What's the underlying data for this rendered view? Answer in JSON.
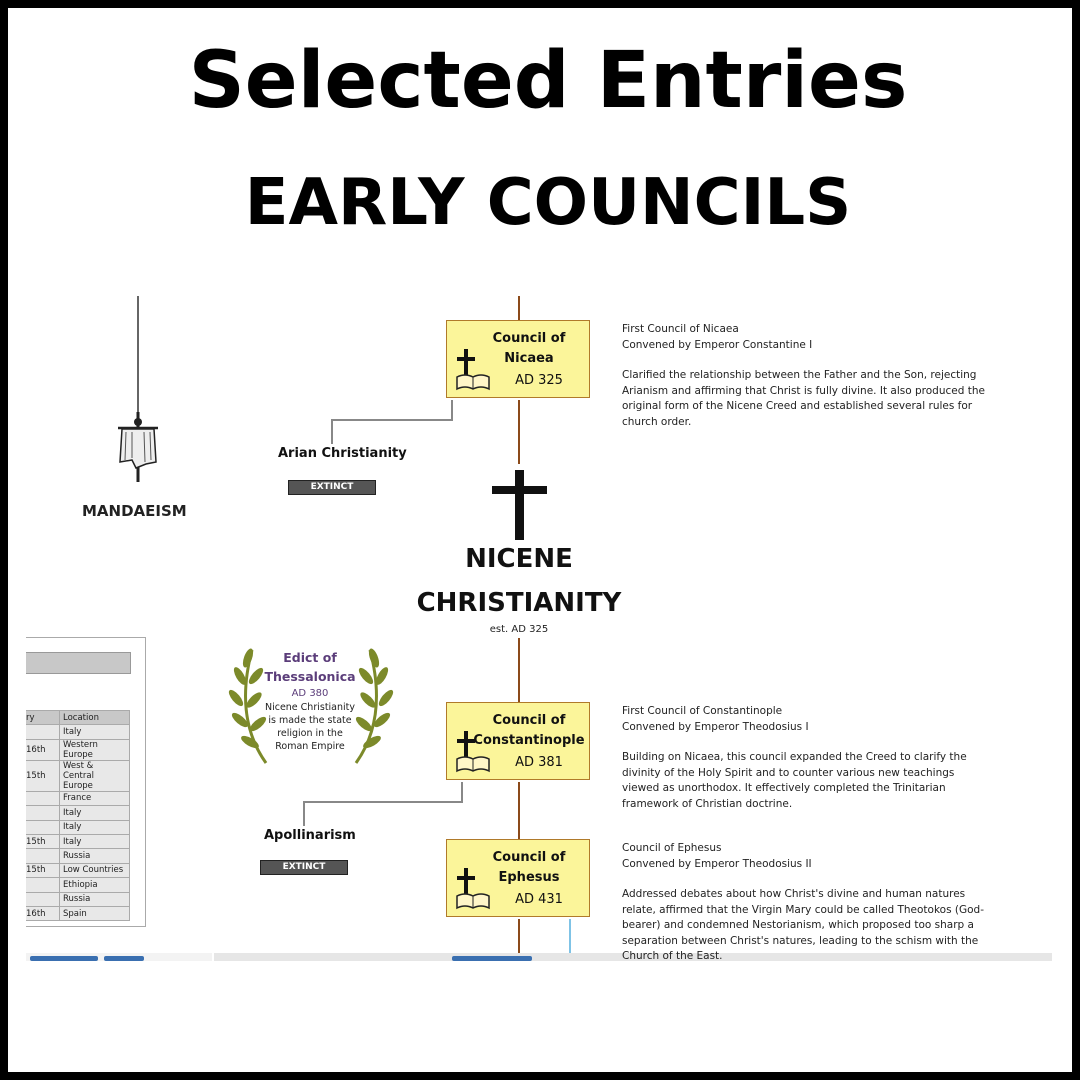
{
  "header": {
    "title": "Selected Entries",
    "subtitle": "EARLY COUNCILS"
  },
  "colors": {
    "timeline": "#8b4a1a",
    "council_fill": "#fbf59a",
    "council_border": "#b07a2a",
    "extinct_fill": "#555555",
    "branch_line": "#888888",
    "edict_title": "#5b3d7a",
    "laurel": "#7c8a2a",
    "link_blue": "#7fc3e6"
  },
  "left": {
    "mandaeism_label": "MANDAEISM"
  },
  "nicene": {
    "label_line1": "NICENE",
    "label_line2": "CHRISTIANITY",
    "established": "est. AD 325"
  },
  "councils": [
    {
      "name_line1": "Council of",
      "name_line2": "Nicaea",
      "date": "AD 325",
      "desc_title": "First Council of Nicaea",
      "desc_convened": "Convened by Emperor Constantine I",
      "desc_body": "Clarified the relationship between the Father and the Son, rejecting Arianism and affirming that Christ is fully divine. It also produced the original form of the Nicene Creed and established several rules for church order."
    },
    {
      "name_line1": "Council of",
      "name_line2": "Constantinople",
      "date": "AD 381",
      "desc_title": "First Council of Constantinople",
      "desc_convened": "Convened by Emperor Theodosius I",
      "desc_body": "Building on Nicaea, this council expanded the Creed to clarify the divinity of the Holy Spirit and to counter various new teachings viewed as unorthodox. It effectively completed the Trinitarian framework of Christian doctrine."
    },
    {
      "name_line1": "Council of",
      "name_line2": "Ephesus",
      "date": "AD 431",
      "desc_title": "Council of Ephesus",
      "desc_convened": "Convened by Emperor Theodosius II",
      "desc_body": "Addressed debates about how Christ's divine and human natures relate, affirmed that the Virgin Mary could be called Theotokos (God-bearer) and condemned Nestorianism, which proposed too sharp a separation between Christ's natures, leading to the schism with the Church of the East."
    }
  ],
  "branches": [
    {
      "name": "Arian Christianity",
      "status": "EXTINCT"
    },
    {
      "name": "Apollinarism",
      "status": "EXTINCT"
    }
  ],
  "edict": {
    "title_line1": "Edict of",
    "title_line2": "Thessalonica",
    "date": "AD 380",
    "text_line1": "Nicene Christianity",
    "text_line2": "is made the state",
    "text_line3": "religion in the",
    "text_line4": "Roman Empire"
  },
  "table": {
    "header": {
      "c1": "ry",
      "c2": "Location"
    },
    "rows": [
      {
        "c1": "",
        "c2": "Italy"
      },
      {
        "c1": "16th",
        "c2": "Western Europe"
      },
      {
        "c1": "15th",
        "c2": "West & Central Europe"
      },
      {
        "c1": "",
        "c2": "France"
      },
      {
        "c1": "",
        "c2": "Italy"
      },
      {
        "c1": "",
        "c2": "Italy"
      },
      {
        "c1": "15th",
        "c2": "Italy"
      },
      {
        "c1": "",
        "c2": "Russia"
      },
      {
        "c1": "15th",
        "c2": "Low Countries"
      },
      {
        "c1": "",
        "c2": "Ethiopia"
      },
      {
        "c1": "",
        "c2": "Russia"
      },
      {
        "c1": "16th",
        "c2": "Spain"
      }
    ]
  }
}
